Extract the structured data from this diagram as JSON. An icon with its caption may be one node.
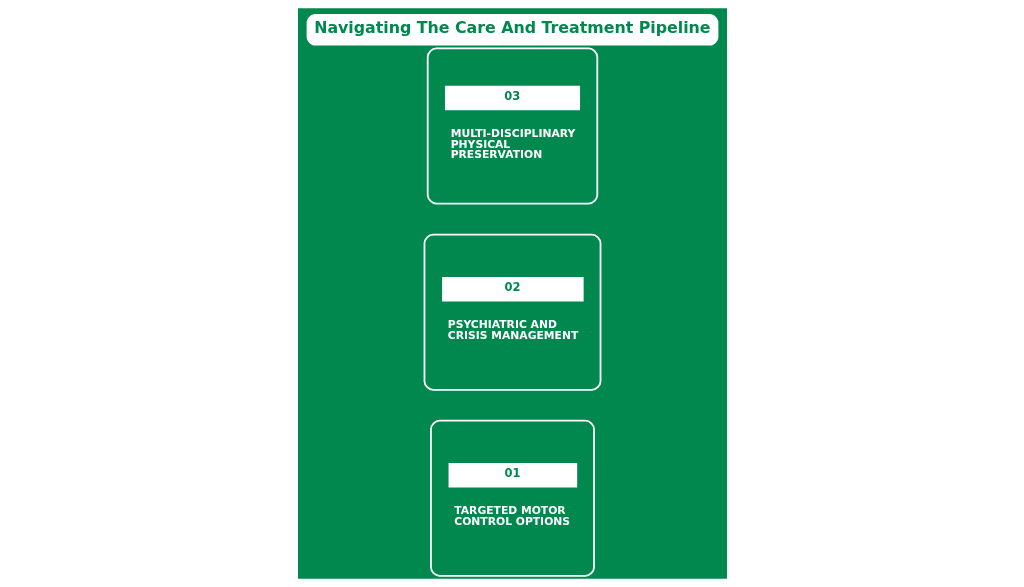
{
  "diagram": {
    "title": "Navigating The Care And Treatment Pipeline",
    "nodes": [
      {
        "text": [
          "01",
          "TARGETED MOTOR CONTROL OPTIONS"
        ]
      },
      {
        "text": [
          "02",
          "PSYCHIATRIC AND CRISIS MANAGEMENT"
        ]
      },
      {
        "text": [
          "03",
          "MULTI-DISCIPLINARY PHYSICAL PRESERVATION"
        ]
      }
    ],
    "edges": []
  }
}
